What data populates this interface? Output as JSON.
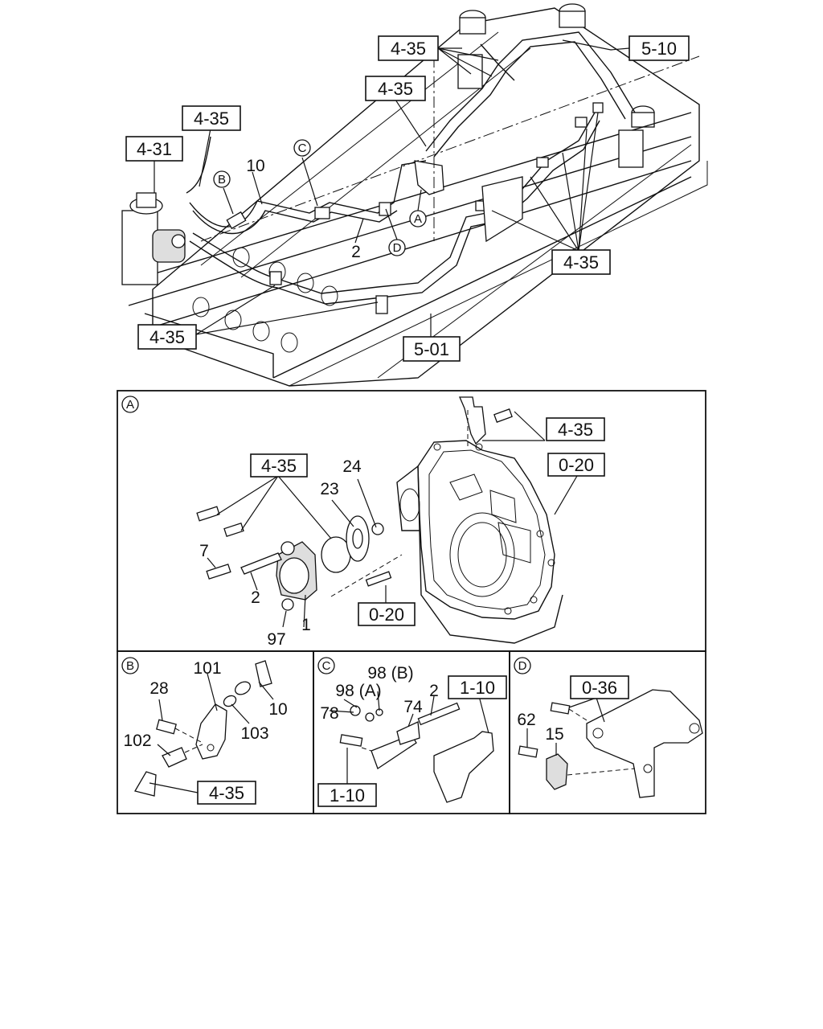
{
  "refs": {
    "top_4_35_a": "4-35",
    "top_5_10": "5-10",
    "top_4_35_b": "4-35",
    "top_4_35_c": "4-35",
    "top_4_31": "4-31",
    "top_4_35_right": "4-35",
    "top_4_35_bottom": "4-35",
    "top_5_01": "5-01",
    "a_4_35_right": "4-35",
    "a_4_35_left": "4-35",
    "a_0_20_right": "0-20",
    "a_0_20_bottom": "0-20",
    "b_4_35": "4-35",
    "c_1_10_top": "1-10",
    "c_1_10_bottom": "1-10",
    "d_0_36": "0-36"
  },
  "callouts": {
    "top_b": "B",
    "top_c": "C",
    "top_a": "A",
    "top_d": "D",
    "panel_a": "A",
    "panel_b": "B",
    "panel_c": "C",
    "panel_d": "D"
  },
  "parts": {
    "top_10": "10",
    "top_2": "2",
    "a_24": "24",
    "a_23": "23",
    "a_7": "7",
    "a_2": "2",
    "a_97": "97",
    "a_1": "1",
    "b_101": "101",
    "b_28": "28",
    "b_10": "10",
    "b_103": "103",
    "b_102": "102",
    "c_98b": "98 (B)",
    "c_98a": "98 (A)",
    "c_2": "2",
    "c_78": "78",
    "c_74": "74",
    "d_62": "62",
    "d_15": "15"
  }
}
